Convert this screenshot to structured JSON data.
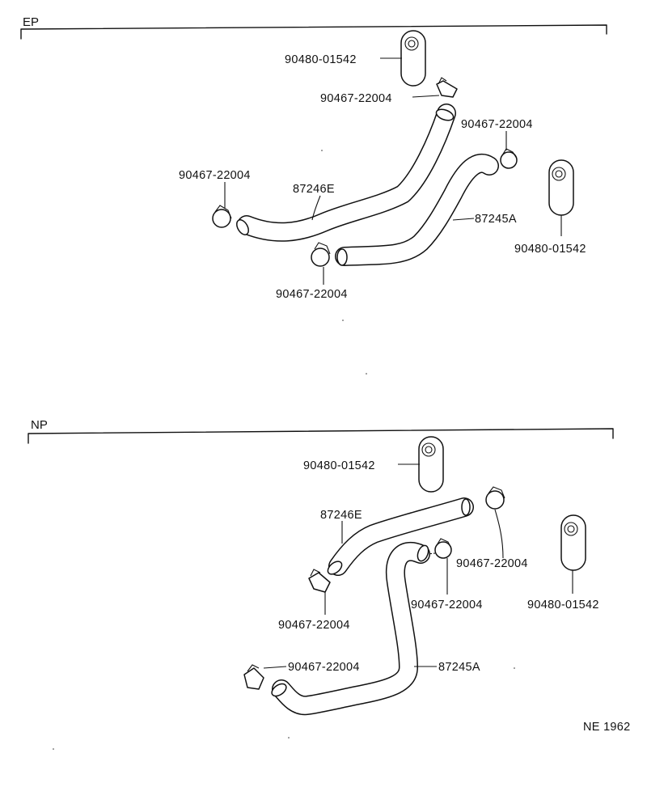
{
  "sections": {
    "ep": {
      "label": "EP",
      "labels": {
        "grommet_top": "90480-01542",
        "clip_top": "90467-22004",
        "clip_right": "90467-22004",
        "clip_left": "90467-22004",
        "hose_upper": "87246E",
        "hose_lower": "87245A",
        "grommet_right": "90480-01542",
        "clip_bottom": "90467-22004"
      }
    },
    "np": {
      "label": "NP",
      "labels": {
        "grommet_top": "90480-01542",
        "hose_upper": "87246E",
        "clip_right": "90467-22004",
        "clip_mid": "90467-22004",
        "grommet_right": "90480-01542",
        "clip_left": "90467-22004",
        "clip_bottom": "90467-22004",
        "hose_lower": "87245A"
      }
    }
  },
  "footer": {
    "code": "NE 1962"
  }
}
